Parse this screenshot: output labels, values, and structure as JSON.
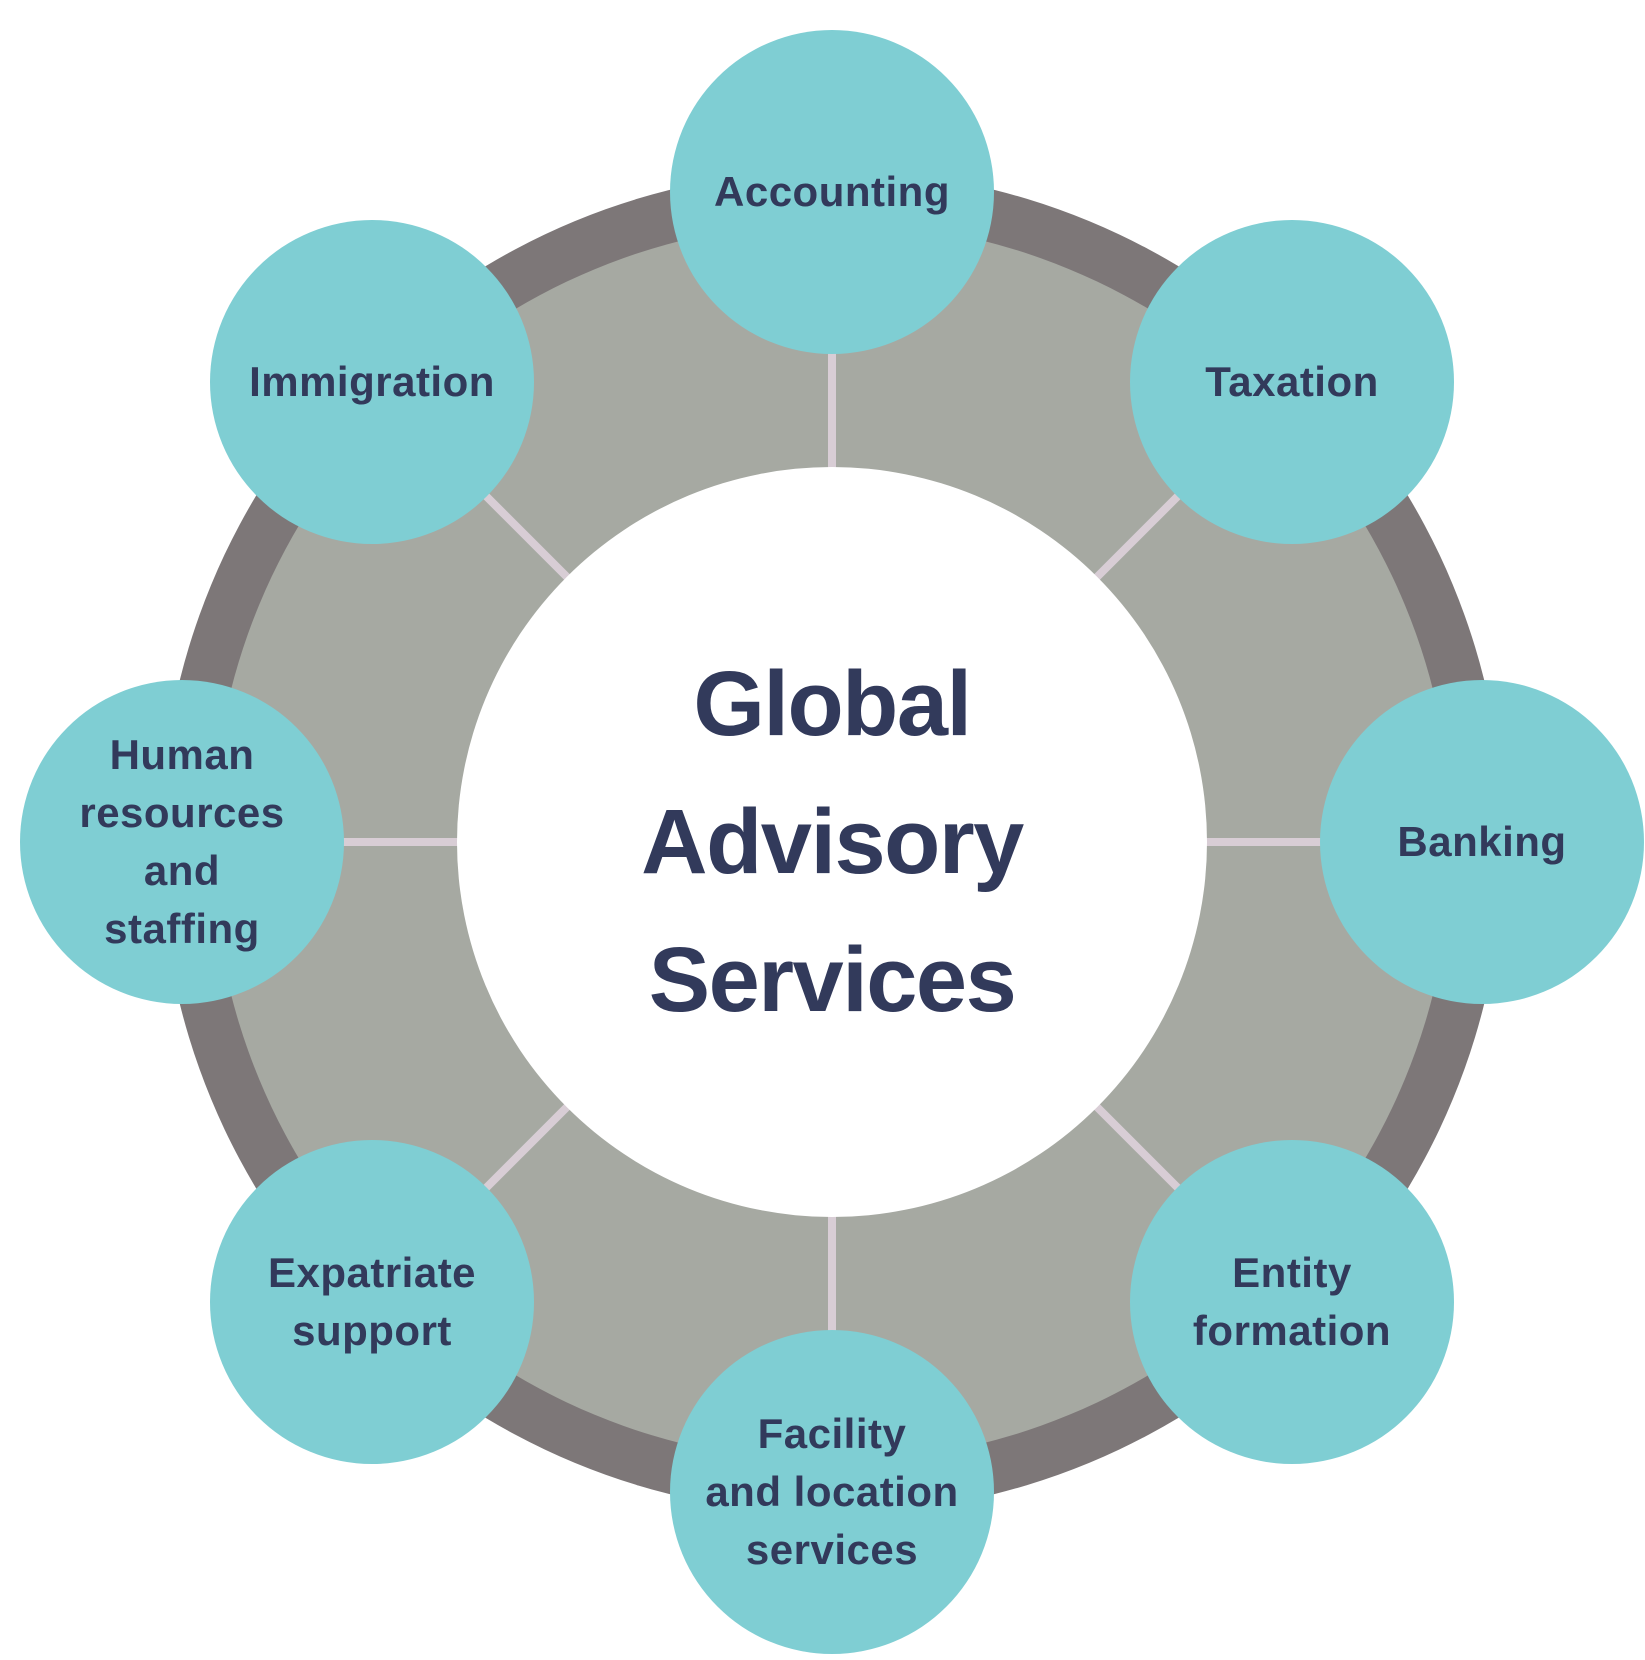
{
  "diagram": {
    "center_title": "Global\nAdvisory\nServices",
    "services": [
      {
        "id": "accounting",
        "label": "Accounting",
        "position": "top"
      },
      {
        "id": "taxation",
        "label": "Taxation",
        "position": "top-right"
      },
      {
        "id": "banking",
        "label": "Banking",
        "position": "right"
      },
      {
        "id": "entity-formation",
        "label": "Entity\nformation",
        "position": "bottom-right"
      },
      {
        "id": "facility-and-location-services",
        "label": "Facility\nand location\nservices",
        "position": "bottom"
      },
      {
        "id": "expatriate-support",
        "label": "Expatriate\nsupport",
        "position": "bottom-left"
      },
      {
        "id": "human-resources-and-staffing",
        "label": "Human\nresources\nand\nstaffing",
        "position": "left"
      },
      {
        "id": "immigration",
        "label": "Immigration",
        "position": "top-left"
      }
    ],
    "colors": {
      "service_circle": "#7FCED3",
      "text": "#323A5B",
      "outer_ring": "#7D7778",
      "inner_ring": "#A6A9A2",
      "spoke": "#D8CDD5",
      "hub": "#FFFFFF",
      "background": "#FFFFFF"
    }
  }
}
